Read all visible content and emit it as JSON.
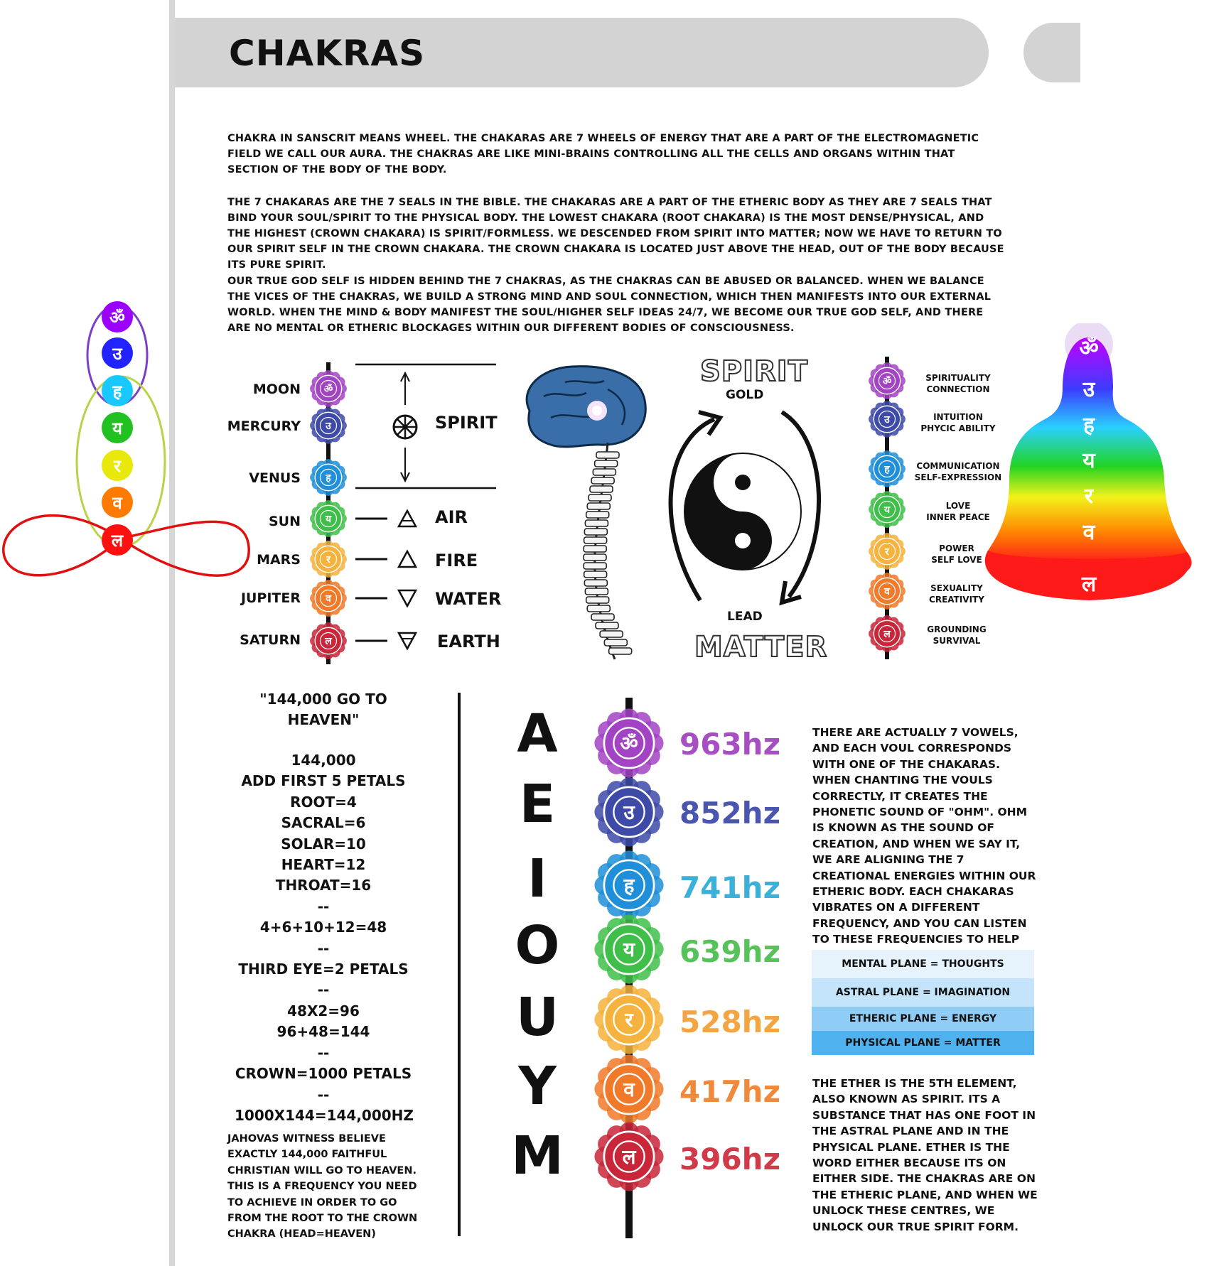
{
  "header": {
    "title": "CHAKRAS"
  },
  "paragraphs": [
    "CHAKRA IN SANSCRIT MEANS WHEEL. THE CHAKARAS ARE 7 WHEELS OF ENERGY THAT ARE A PART OF THE ELECTROMAGNETIC FIELD WE CALL OUR AURA. THE CHAKRAS ARE LIKE MINI-BRAINS CONTROLLING ALL THE CELLS AND ORGANS WITHIN THAT SECTION OF THE BODY OF THE BODY.",
    "THE 7 CHAKARAS ARE THE 7 SEALS IN THE BIBLE. THE CHAKARAS ARE A PART OF THE ETHERIC BODY AS THEY ARE 7 SEALS THAT BIND YOUR SOUL/SPIRIT TO THE PHYSICAL BODY. THE LOWEST CHAKARA (ROOT CHAKARA) IS THE MOST DENSE/PHYSICAL, AND THE HIGHEST (CROWN CHAKARA) IS SPIRIT/FORMLESS. WE DESCENDED FROM SPIRIT INTO MATTER; NOW WE HAVE TO RETURN TO OUR SPIRIT SELF IN THE CROWN CHAKARA. THE CROWN CHAKARA IS LOCATED JUST ABOVE THE HEAD, OUT OF THE BODY BECAUSE ITS PURE SPIRIT.",
    "OUR TRUE GOD SELF IS HIDDEN BEHIND THE 7 CHAKRAS, AS THE CHAKRAS CAN BE ABUSED OR BALANCED. WHEN WE BALANCE THE VICES OF THE CHAKRAS, WE BUILD A STRONG MIND AND SOUL CONNECTION, WHICH THEN MANIFESTS INTO OUR EXTERNAL WORLD. WHEN THE MIND & BODY MANIFEST THE SOUL/HIGHER SELF IDEAS 24/7, WE BECOME OUR TRUE GOD SELF, AND THERE ARE NO MENTAL OR ETHERIC BLOCKAGES WITHIN OUR DIFFERENT BODIES OF CONSCIOUSNESS."
  ],
  "planets": {
    "labels": [
      "MOON",
      "MERCURY",
      "VENUS",
      "SUN",
      "MARS",
      "JUPITER",
      "SATURN"
    ],
    "spirit": "SPIRIT",
    "elements": [
      "AIR",
      "FIRE",
      "WATER",
      "EARTH"
    ]
  },
  "center": {
    "spirit": "SPIRIT",
    "gold": "GOLD",
    "lead": "LEAD",
    "matter": "MATTER"
  },
  "qualities": [
    [
      "SPIRITUALITY",
      "CONNECTION"
    ],
    [
      "INTUITION",
      "PHYCIC ABILITY"
    ],
    [
      "COMMUNICATION",
      "SELF-EXPRESSION"
    ],
    [
      "LOVE",
      "INNER PEACE"
    ],
    [
      "POWER",
      "SELF LOVE"
    ],
    [
      "SEXUALITY",
      "CREATIVITY"
    ],
    [
      "GROUNDING",
      "SURVIVAL"
    ]
  ],
  "chakra_colors": [
    "#a243c4",
    "#3d4aa8",
    "#1e8fd8",
    "#3fbf4a",
    "#f5b23c",
    "#f07a2a",
    "#c9263a"
  ],
  "chakra_glyphs": [
    "ॐ",
    "उ",
    "ह",
    "य",
    "र",
    "व",
    "ल"
  ],
  "numerology": {
    "quote": "\"144,000 GO TO HEAVEN\"",
    "lines": [
      "144,000",
      "ADD FIRST 5 PETALS",
      "ROOT=4",
      "SACRAL=6",
      "SOLAR=10",
      "HEART=12",
      "THROAT=16",
      "--",
      "4+6+10+12=48",
      "--",
      "THIRD EYE=2 PETALS",
      "--",
      "48X2=96",
      "96+48=144",
      "--",
      "CROWN=1000 PETALS",
      "--",
      "1000X144=144,000HZ"
    ],
    "note": "JAHOVAS WITNESS BELIEVE EXACTLY 144,000 FAITHFUL CHRISTIAN WILL GO TO HEAVEN. THIS IS A FREQUENCY YOU NEED TO ACHIEVE IN ORDER TO GO FROM THE ROOT TO THE CROWN CHAKRA (HEAD=HEAVEN)"
  },
  "vowels": [
    "A",
    "E",
    "I",
    "O",
    "U",
    "Y",
    "M"
  ],
  "frequencies": [
    "963hz",
    "852hz",
    "741hz",
    "639hz",
    "528hz",
    "417hz",
    "396hz"
  ],
  "frequency_colors": [
    "#a64fc2",
    "#4a55b0",
    "#3bb0d8",
    "#57c25a",
    "#f2a541",
    "#f08a3a",
    "#d23a4a"
  ],
  "vowel_text": "THERE ARE ACTUALLY 7 VOWELS, AND EACH VOUL CORRESPONDS WITH ONE OF THE CHAKARAS. WHEN CHANTING THE VOULS CORRECTLY, IT CREATES THE PHONETIC SOUND OF \"OHM\". OHM IS KNOWN AS THE SOUND OF CREATION, AND WHEN WE SAY IT, WE ARE ALIGNING THE 7 CREATIONAL ENERGIES WITHIN OUR ETHERIC BODY. EACH CHAKARAS VIBRATES ON A DIFFERENT FREQUENCY, AND YOU CAN LISTEN TO THESE FREQUENCIES TO HELP BALANCE EACH CHAKARA.",
  "planes": [
    {
      "text": "MENTAL PLANE = THOUGHTS",
      "color": "#e6f3fd"
    },
    {
      "text": "ASTRAL PLANE = IMAGINATION",
      "color": "#c3e4fb"
    },
    {
      "text": "ETHERIC PLANE = ENERGY",
      "color": "#8fcdf6"
    },
    {
      "text": "PHYSICAL PLANE = MATTER",
      "color": "#4fb1ee"
    }
  ],
  "ether_text": "THE ETHER IS THE 5TH ELEMENT, ALSO KNOWN AS SPIRIT. ITS A SUBSTANCE THAT HAS ONE FOOT IN THE ASTRAL PLANE AND IN THE PHYSICAL PLANE. ETHER IS THE WORD EITHER BECAUSE ITS ON EITHER SIDE. THE CHAKRAS ARE ON THE ETHERIC PLANE, AND WHEN WE UNLOCK THESE CENTRES, WE UNLOCK OUR TRUE SPIRIT FORM."
}
